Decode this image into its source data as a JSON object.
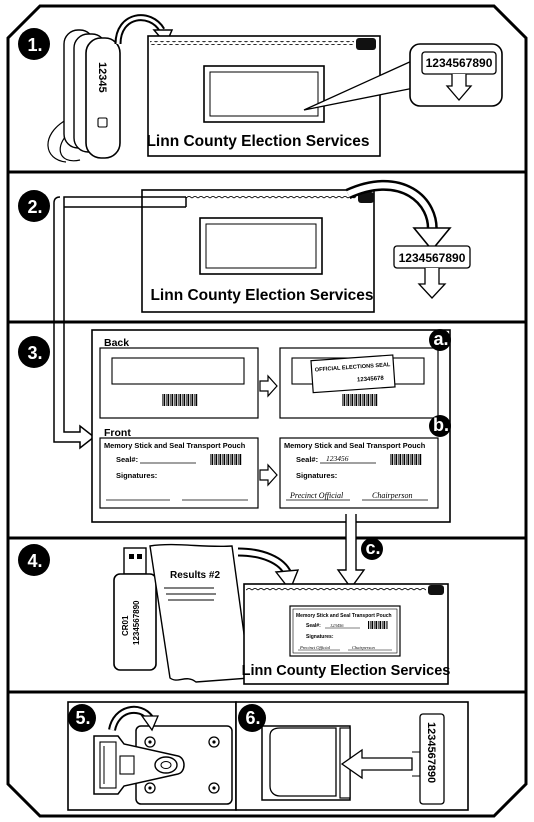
{
  "steps": {
    "s1": "1.",
    "s2": "2.",
    "s3": "3.",
    "s4": "4.",
    "s5": "5.",
    "s6": "6."
  },
  "letters": {
    "a": "a.",
    "b": "b.",
    "c": "c."
  },
  "pouch_label": "Linn County Election Services",
  "seal_number": "1234567890",
  "key_tag": "12345",
  "back_label": "Back",
  "front_label": "Front",
  "official_seal_text": "OFFICIAL ELECTIONS SEAL",
  "seal_tag_number": "12345678",
  "form_title": "Memory Stick and Seal Transport Pouch",
  "seal_hash_label": "Seal#:",
  "signatures_label": "Signatures:",
  "seal_hash_filled": "123456",
  "precinct_official": "Precinct Official",
  "chairperson": "Chairperson",
  "results_label": "Results #2",
  "usb_label_line1": "CR01",
  "usb_label_line2": "1234567890"
}
